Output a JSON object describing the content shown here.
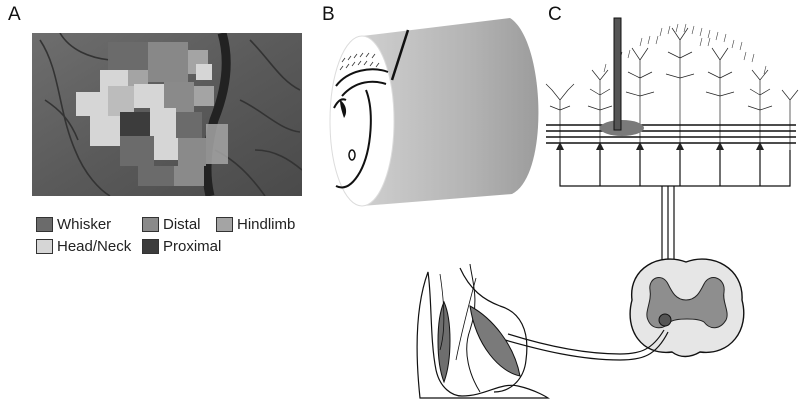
{
  "panels": {
    "a": "A",
    "b": "B",
    "c": "C"
  },
  "legend": [
    {
      "label": "Whisker",
      "color": "#6b6b6b"
    },
    {
      "label": "Distal",
      "color": "#8a8a8a"
    },
    {
      "label": "Hindlimb",
      "color": "#a4a4a4"
    },
    {
      "label": "Head/Neck",
      "color": "#d6d6d6"
    },
    {
      "label": "Proximal",
      "color": "#3c3c3c"
    }
  ],
  "colors": {
    "cortex_photo": "#5c5c5c",
    "cylinder": "#b4b4b4",
    "gray_matter": "#8e8e8e",
    "muscle": "#7a7a7a"
  }
}
